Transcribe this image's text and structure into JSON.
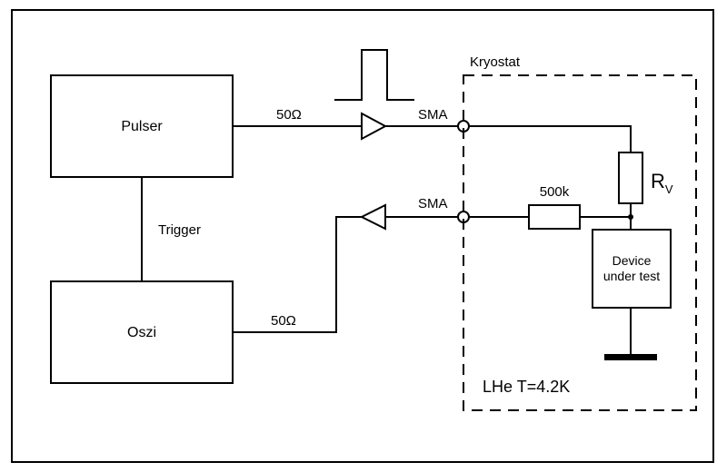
{
  "blocks": {
    "pulser": "Pulser",
    "oszi": "Oszi",
    "dut_line1": "Device",
    "dut_line2": "under test"
  },
  "labels": {
    "trigger": "Trigger",
    "impedance_top": "50Ω",
    "impedance_bottom": "50Ω",
    "sma_top": "SMA",
    "sma_bottom": "SMA",
    "kryostat": "Kryostat",
    "resistor_500k": "500k",
    "rv_main": "R",
    "rv_sub": "V",
    "lhe": "LHe T=4.2K"
  }
}
